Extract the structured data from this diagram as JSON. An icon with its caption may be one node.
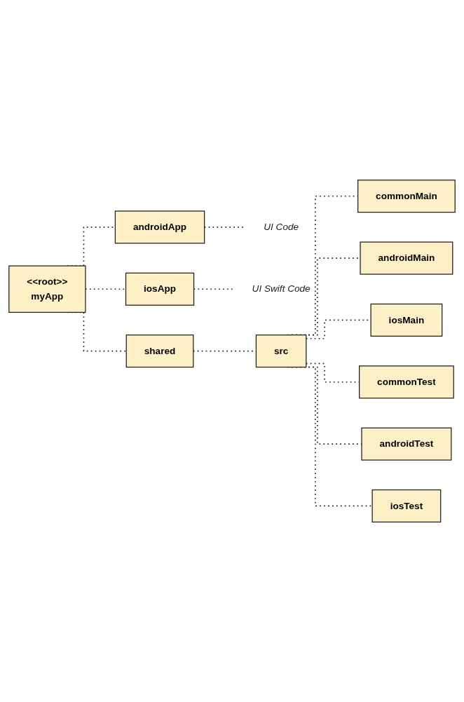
{
  "diagram": {
    "nodes": [
      {
        "text": [
          "<<root>>",
          "myApp"
        ]
      },
      {
        "text": [
          "androidApp"
        ]
      },
      {
        "text": [
          "UI Code"
        ]
      },
      {
        "text": [
          "iosApp"
        ]
      },
      {
        "text": [
          "UI Swift Code"
        ]
      },
      {
        "text": [
          "shared"
        ]
      },
      {
        "text": [
          "src"
        ]
      },
      {
        "text": [
          "commonMain"
        ]
      },
      {
        "text": [
          "androidMain"
        ]
      },
      {
        "text": [
          "iosMain"
        ]
      },
      {
        "text": [
          "commonTest"
        ]
      },
      {
        "text": [
          "androidTest"
        ]
      },
      {
        "text": [
          "iosTest"
        ]
      }
    ],
    "edges": [
      {
        "from": 0,
        "to": 1,
        "arrow": "none",
        "style": "dashed"
      },
      {
        "from": 1,
        "to": 2,
        "arrow": "none",
        "style": "dashed"
      },
      {
        "from": 0,
        "to": 3,
        "arrow": "none",
        "style": "dashed"
      },
      {
        "from": 3,
        "to": 4,
        "arrow": "none",
        "style": "dashed"
      },
      {
        "from": 0,
        "to": 5,
        "arrow": "none",
        "style": "dashed"
      },
      {
        "from": 5,
        "to": 6,
        "arrow": "none",
        "style": "dashed"
      },
      {
        "from": 6,
        "to": 7,
        "arrow": "none",
        "style": "dashed"
      },
      {
        "from": 6,
        "to": 8,
        "arrow": "none",
        "style": "dashed"
      },
      {
        "from": 6,
        "to": 9,
        "arrow": "none",
        "style": "dashed"
      },
      {
        "from": 6,
        "to": 10,
        "arrow": "none",
        "style": "dashed"
      },
      {
        "from": 6,
        "to": 11,
        "arrow": "none",
        "style": "dashed"
      },
      {
        "from": 6,
        "to": 12,
        "arrow": "none",
        "style": "dashed"
      }
    ]
  }
}
